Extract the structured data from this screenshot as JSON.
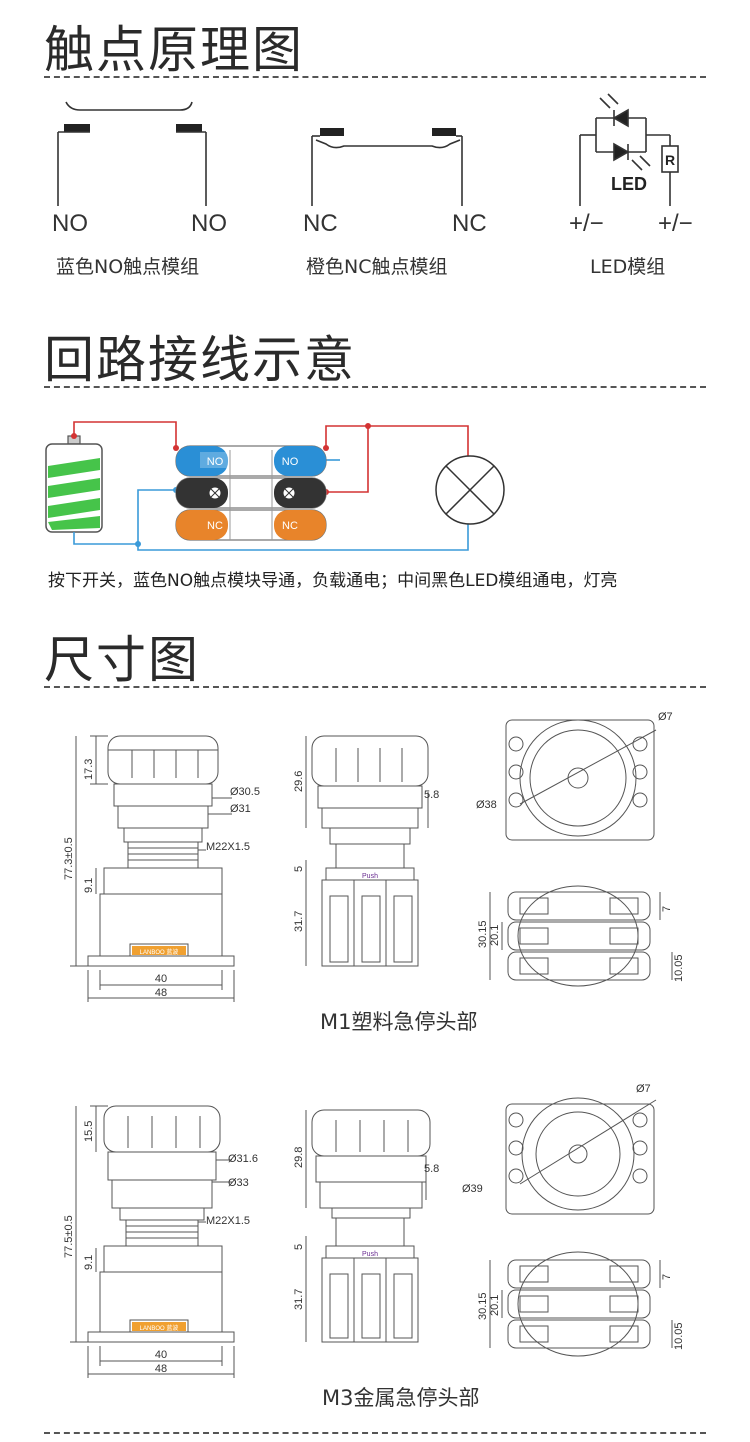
{
  "sections": {
    "contact_title": "触点原理图",
    "wiring_title": "回路接线示意",
    "dimension_title": "尺寸图"
  },
  "contact": {
    "no_left": "NO",
    "no_right": "NO",
    "nc_left": "NC",
    "nc_right": "NC",
    "led_text": "LED",
    "r_text": "R",
    "pm_left": "+/−",
    "pm_right": "+/−",
    "caption_no": "蓝色NO触点模组",
    "caption_nc": "橙色NC触点模组",
    "caption_led": "LED模组"
  },
  "wiring": {
    "module_no": "NO",
    "module_nc": "NC",
    "description": "按下开关，蓝色NO触点模块导通，负载通电；中间黑色LED模组通电，灯亮",
    "colors": {
      "blue": "#2a8fd6",
      "black": "#333333",
      "orange": "#e8842a",
      "green": "#46c44a",
      "red": "#d33333",
      "wire_blue": "#3a9ad9"
    }
  },
  "m1": {
    "h_top": "17.3",
    "d_outer": "Ø30.5",
    "d_inner": "Ø31",
    "thread": "M22X1.5",
    "h_total": "77.3±0.5",
    "h_9": "9.1",
    "w_40": "40",
    "w_48": "48",
    "brand": "LANBOO 蓝波",
    "side_29": "29.6",
    "side_58": "5.8",
    "side_5": "5",
    "side_317": "31.7",
    "push": "Push",
    "d7": "Ø7",
    "d38": "Ø38",
    "r_3015": "30.15",
    "r_201": "20.1",
    "r_7": "7",
    "r_1005": "10.05",
    "caption": "M1塑料急停头部"
  },
  "m3": {
    "h_top": "15.5",
    "d_outer": "Ø31.6",
    "d_inner": "Ø33",
    "thread": "M22X1.5",
    "h_total": "77.5±0.5",
    "h_9": "9.1",
    "w_40": "40",
    "w_48": "48",
    "brand": "LANBOO 蓝波",
    "side_29": "29.8",
    "side_58": "5.8",
    "side_5": "5",
    "side_317": "31.7",
    "push": "Push",
    "d7": "Ø7",
    "d39": "Ø39",
    "r_3015": "30.15",
    "r_201": "20.1",
    "r_7": "7",
    "r_1005": "10.05",
    "caption": "M3金属急停头部"
  }
}
